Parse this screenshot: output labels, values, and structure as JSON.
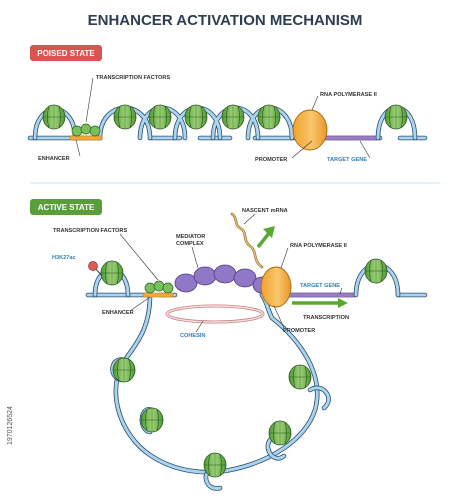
{
  "title": "ENHANCER ACTIVATION MECHANISM",
  "poised": {
    "pill": "POISED STATE",
    "transcription_factors": "TRANSCRIPTION FACTORS",
    "enhancer": "ENHANCER",
    "rna_polymerase": "RNA POLYMERASE II",
    "promoter": "PROMOTER",
    "target_gene": "TARGET GENE"
  },
  "active": {
    "pill": "ACTIVE STATE",
    "transcription_factors": "TRANSCRIPTION FACTORS",
    "h3k27ac": "H3K27ac",
    "mediator_line1": "MEDIATOR",
    "mediator_line2": "COMPLEX",
    "nascent_mrna": "NASCENT mRNA",
    "rna_polymerase": "RNA POLYMERASE II",
    "target_gene": "TARGET GENE",
    "enhancer": "ENHANCER",
    "transcription": "TRANSCRIPTION",
    "promoter": "PROMOTER",
    "cohesin": "COHESIN"
  },
  "watermark": "1970126524",
  "colors": {
    "poised_pill": "#d9534f",
    "active_pill": "#5a9e3a",
    "dna_outline": "#2a4d69",
    "dna_fill": "#a9d3ef",
    "nucleosome": "#6fb24a",
    "enhancer": "#f2a93b",
    "target_gene": "#9b7bc4",
    "polymerase": "#f4a63a",
    "mediator": "#8f79c6",
    "arrow": "#5aa832",
    "acetyl_mark": "#e05a5a"
  }
}
